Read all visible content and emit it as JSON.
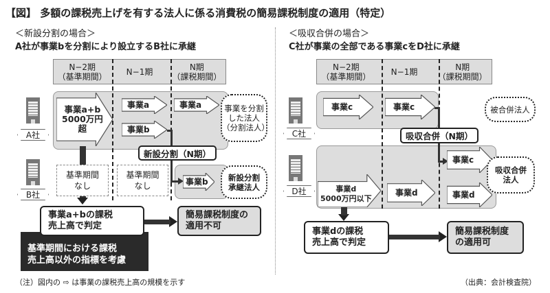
{
  "title": "【図】 多額の課税売上げを有する法人に係る消費税の簡易課税制度の適用（特定）",
  "left": {
    "case": "＜新設分割の場合＞",
    "subtitle": "A社が事業bを分割により設立するB社に承継",
    "headers": [
      "N−2期\n（基準期間）",
      "N−1期",
      "N期\n（課税期間）"
    ],
    "company_a": "A社",
    "company_b": "B社",
    "big_arrow": "事業a+b\n5000万円\n超",
    "biz_a1": "事業a",
    "biz_b1": "事業b",
    "biz_a2": "事業a",
    "biz_b2": "事業b",
    "split_entity": "事業を分割\nした法人\n（分割法人）",
    "event": "新設分割（N期）",
    "no_base1": "基準期間\nなし",
    "no_base2": "基準期間\nなし",
    "successor": "新設分割\n承継法人",
    "judge": "事業a+bの課税\n売上高で判定",
    "result": "簡易課税制度の\n適用不可",
    "note_box": "基準期間における課税\n売上高以外の指標を考慮"
  },
  "right": {
    "case": "＜吸収合併の場合＞",
    "subtitle": "C社が事業の全部である事業cをD社に承継",
    "headers": [
      "N−2期\n（基準期間）",
      "N−1期",
      "N期\n（課税期間）"
    ],
    "company_c": "C社",
    "company_d": "D社",
    "biz_c1": "事業c",
    "biz_c2": "事業c",
    "biz_c3": "事業c",
    "merged_entity": "被合併法人",
    "event": "吸収合併（N期）",
    "biz_d1": "事業d\n5000万円以下",
    "biz_d2": "事業d",
    "biz_d3": "事業d",
    "merging_entity": "吸収合併\n法人",
    "judge": "事業dの課税\n売上高で判定",
    "result": "簡易課税制度\nの適用可"
  },
  "footer": {
    "note": "（注）図内の ⇨ は事業の課税売上高の規模を示す",
    "source": "（出典：会計検査院）"
  }
}
